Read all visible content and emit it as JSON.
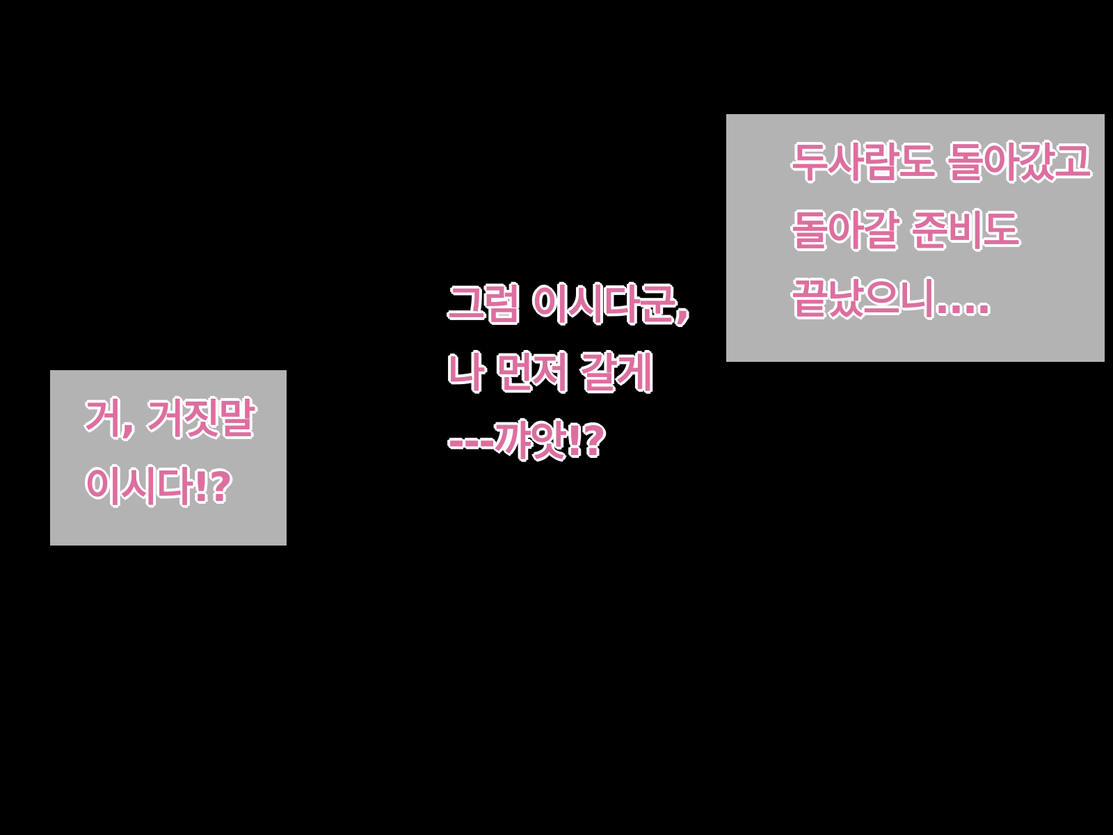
{
  "colors": {
    "background": "#000000",
    "box": "#b3b3b3",
    "text_fill": "#dc6f9f",
    "text_outline": "#ffffff"
  },
  "caption_left": {
    "lines": [
      "거, 거짓말",
      "이시다!?"
    ]
  },
  "caption_middle": {
    "lines": [
      "그럼 이시다군,",
      "나 먼저 갈게",
      "---꺄앗!?"
    ]
  },
  "caption_right": {
    "lines": [
      "두사람도 돌아갔고",
      "돌아갈 준비도",
      "끝났으니...."
    ]
  }
}
